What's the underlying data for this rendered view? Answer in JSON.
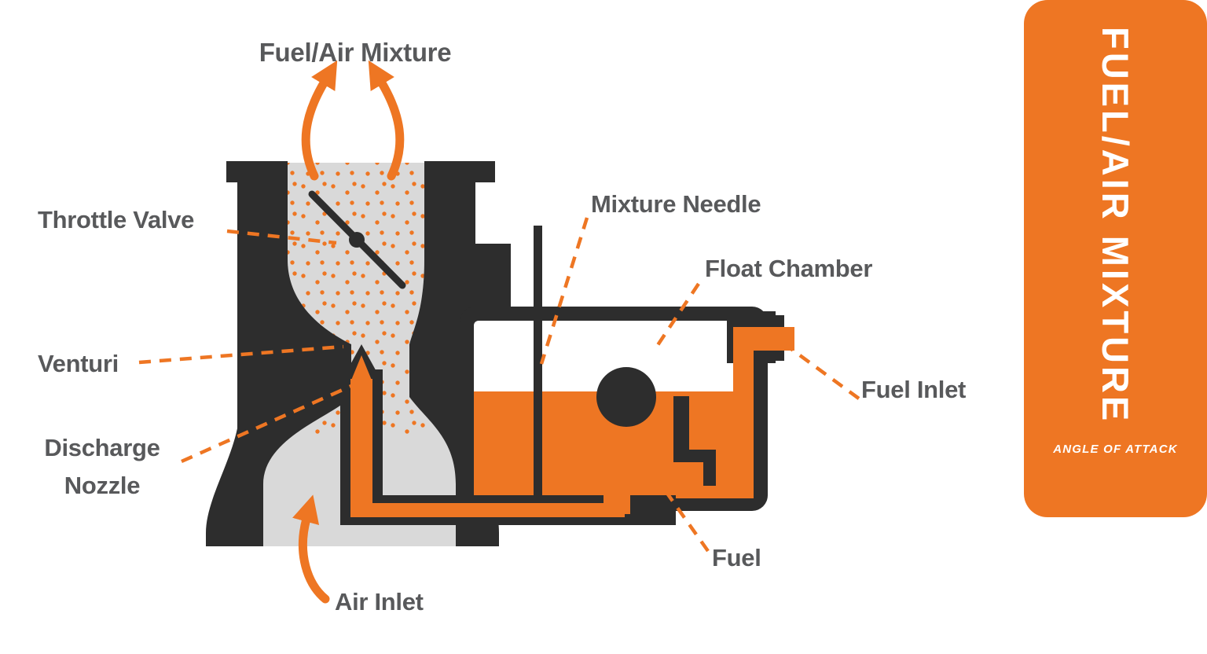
{
  "labels": {
    "fuel_air_mixture": "Fuel/Air Mixture",
    "throttle_valve": "Throttle Valve",
    "venturi": "Venturi",
    "discharge_nozzle_line1": "Discharge",
    "discharge_nozzle_line2": "Nozzle",
    "air_inlet": "Air Inlet",
    "mixture_needle": "Mixture Needle",
    "float_chamber": "Float Chamber",
    "fuel_inlet": "Fuel Inlet",
    "fuel": "Fuel"
  },
  "side_panel": {
    "title": "FUEL/AIR MIXTURE",
    "brand": "ANGLE OF ATTACK"
  },
  "colors": {
    "orange": "#ee7623",
    "dark": "#2d2d2d",
    "label_gray": "#58595b",
    "interior_gray": "#d9d9d9"
  }
}
